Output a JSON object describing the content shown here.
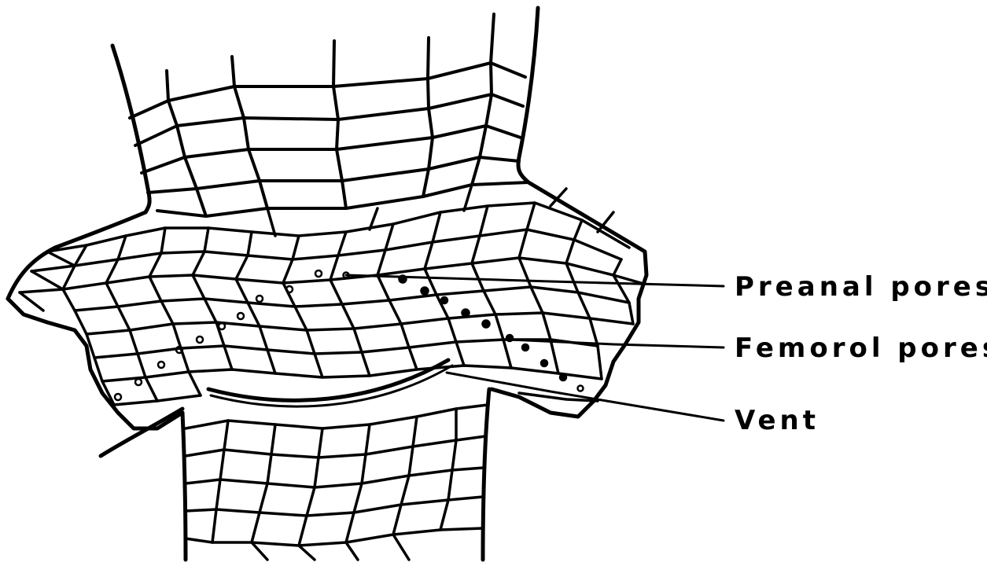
{
  "figure": {
    "labels": {
      "preanal_pores": "Preanal pores",
      "femoral_pores": "Femorol pores",
      "vent": "Vent"
    },
    "colors": {
      "ink": "#000000",
      "paper": "#ffffff"
    }
  }
}
